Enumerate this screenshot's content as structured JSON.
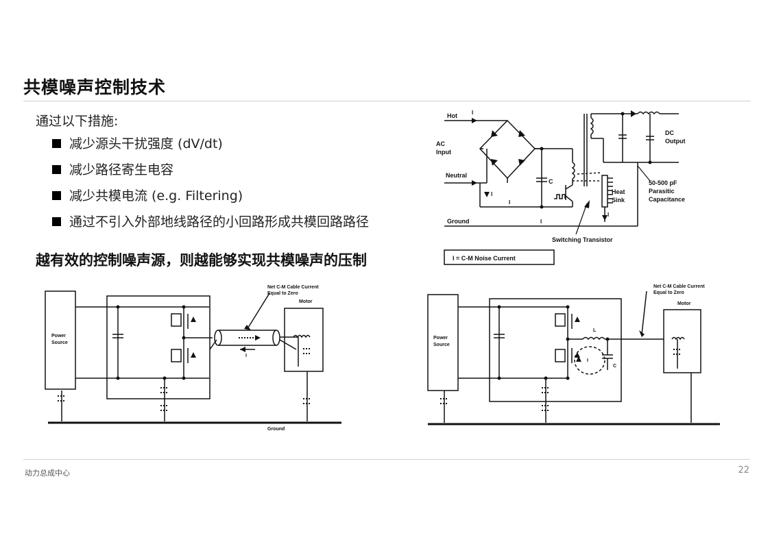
{
  "slide": {
    "title": "共模噪声控制技术",
    "intro": "通过以下措施:",
    "bullets": [
      "减少源头干扰强度 (dV/dt)",
      "减少路径寄生电容",
      "减少共模电流 (e.g. Filtering)",
      "通过不引入外部地线路径的小回路形成共模回路路径"
    ],
    "emphasis": "越有效的控制噪声源，则越能够实现共模噪声的压制",
    "footer": "动力总成中心",
    "page_number": "22"
  },
  "fig_top": {
    "hot": "Hot",
    "ac_input_1": "AC",
    "ac_input_2": "Input",
    "neutral": "Neutral",
    "ground": "Ground",
    "dc_1": "DC",
    "dc_2": "Output",
    "cap": "C",
    "heat_1": "Heat",
    "heat_2": "Sink",
    "parasitic_1": "50-500 pF",
    "parasitic_2": "Parasitic",
    "parasitic_3": "Capacitance",
    "switching": "Switching Transistor",
    "legend": "I  = C-M Noise Current",
    "i": "I"
  },
  "fig_left": {
    "power_1": "Power",
    "power_2": "Source",
    "net_1": "Net C-M Cable Current",
    "net_2": "Equal to Zero",
    "motor": "Motor",
    "ground": "Ground",
    "i": "I"
  },
  "fig_right": {
    "power_1": "Power",
    "power_2": "Source",
    "net_1": "Net C-M Cable Current",
    "net_2": "Equal to Zero",
    "motor": "Motor",
    "l": "L",
    "c": "C",
    "i": "I"
  }
}
